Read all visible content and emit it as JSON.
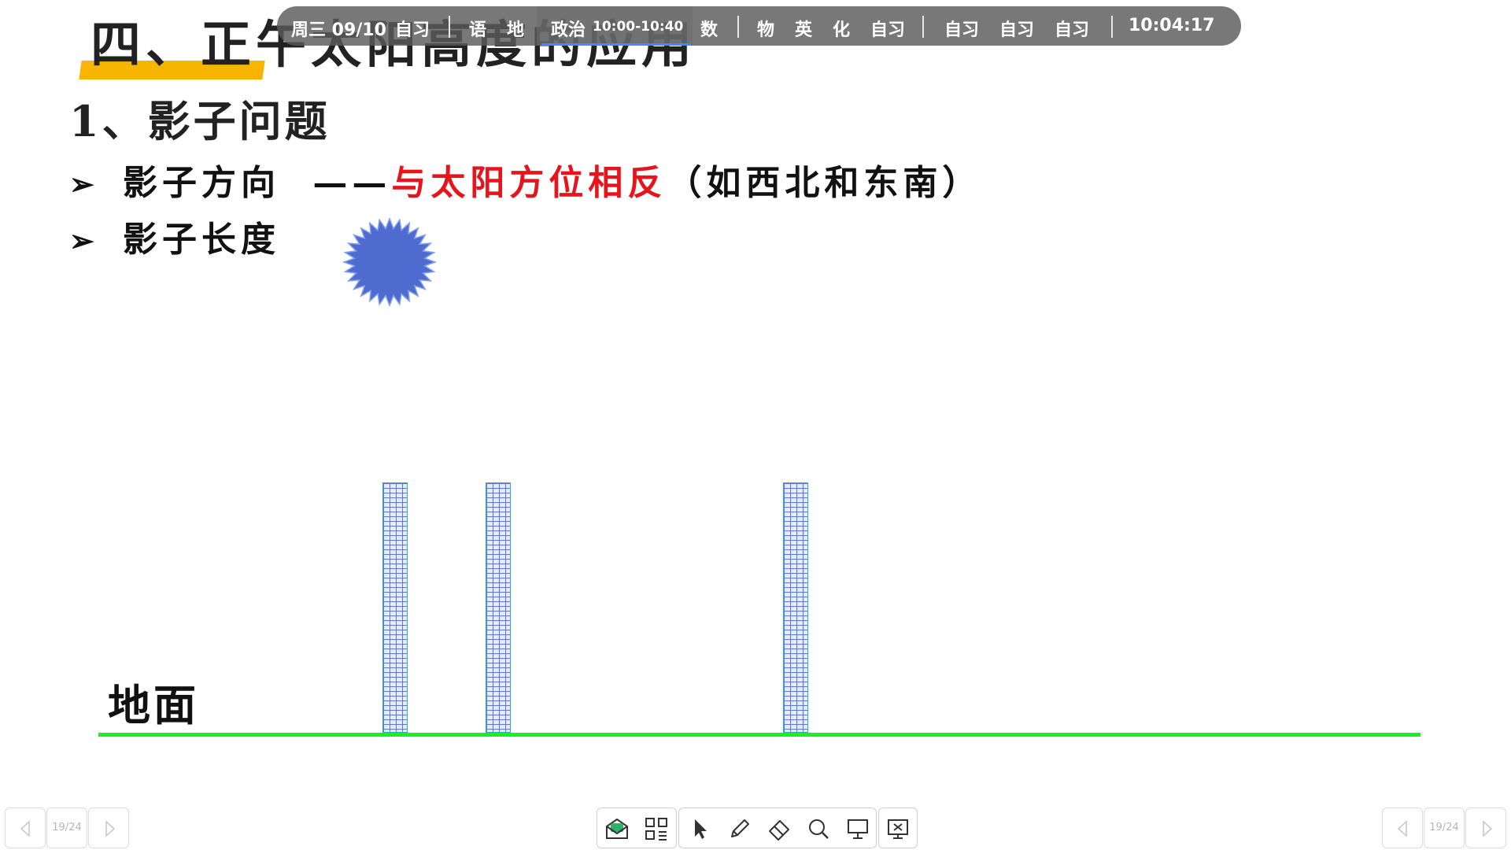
{
  "slide": {
    "title": "四、正午太阳高度的应用",
    "subtitle": "1、影子问题",
    "bullet1": {
      "arrow": "➢",
      "label": "影子方向",
      "dash": "——",
      "highlight": "与太阳方位相反",
      "note": "（如西北和东南）"
    },
    "bullet2": {
      "arrow": "➢",
      "label": "影子长度"
    },
    "ground_label": "地面",
    "colors": {
      "title_underline": "#f7b500",
      "highlight": "#e8141b",
      "ground": "#19ef21",
      "sun": "#4f6bcf"
    }
  },
  "schedule": {
    "date": "周三 09/10",
    "items": [
      "自习",
      "语",
      "地",
      "政治",
      "数",
      "物",
      "英",
      "化",
      "自习",
      "自习",
      "自习",
      "自习"
    ],
    "current_time_range": "10:00-10:40",
    "clock": "10:04:17"
  },
  "nav": {
    "left_page": "19/24",
    "right_page": "19/24"
  },
  "toolbar": {
    "icons": [
      "message-icon",
      "qr-grid-icon",
      "pointer-icon",
      "pen-icon",
      "eraser-icon",
      "search-icon",
      "presentation-icon",
      "exit-icon"
    ]
  }
}
